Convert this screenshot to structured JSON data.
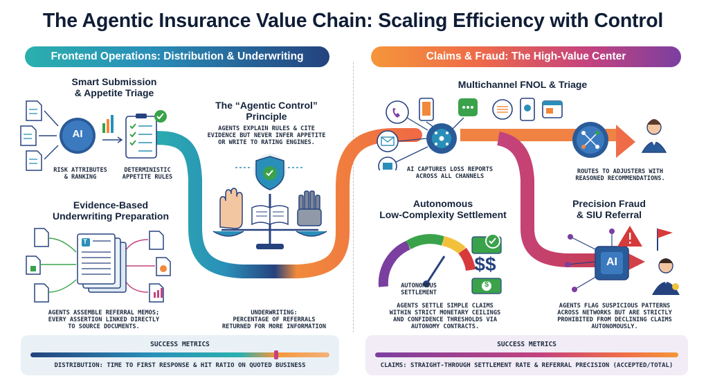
{
  "title": "The Agentic Insurance Value Chain: Scaling Efficiency with Control",
  "banners": {
    "left": "Frontend Operations: Distribution & Underwriting",
    "right": "Claims & Fraud: The High-Value Center"
  },
  "smart_submission": {
    "heading_line1": "Smart Submission",
    "heading_line2": "& Appetite Triage",
    "ai_badge": "AI",
    "risk_caption_line1": "RISK ATTRIBUTES",
    "risk_caption_line2": "& RANKING",
    "rules_caption_line1": "DETERMINISTIC",
    "rules_caption_line2": "APPETITE RULES"
  },
  "agentic_control": {
    "heading_line1": "The “Agentic Control”",
    "heading_line2": "Principle",
    "caption_line1": "AGENTS EXPLAIN RULES & CITE",
    "caption_line2": "EVIDENCE BUT NEVER INFER APPETITE",
    "caption_line3": "OR WRITE TO RATING ENGINES."
  },
  "evidence_underwriting": {
    "heading_line1": "Evidence-Based",
    "heading_line2": "Underwriting Preparation",
    "caption_line1": "AGENTS ASSEMBLE REFERRAL MEMOS;",
    "caption_line2": "EVERY ASSERTION LINKED DIRECTLY",
    "caption_line3": "TO SOURCE DOCUMENTS.",
    "doc_badge": "T"
  },
  "underwriting_metric": {
    "line1": "UNDERWRITING:",
    "line2": "PERCENTAGE OF REFERRALS",
    "line3": "RETURNED FOR MORE INFORMATION"
  },
  "fnol": {
    "heading": "Multichannel FNOL & Triage",
    "capture_caption_line1": "AI CAPTURES LOSS REPORTS",
    "capture_caption_line2": "ACROSS ALL CHANNELS",
    "routes_caption_line1": "ROUTES TO ADJUSTERS WITH",
    "routes_caption_line2": "REASONED RECOMMENDATIONS."
  },
  "settlement": {
    "heading_line1": "Autonomous",
    "heading_line2": "Low-Complexity Settlement",
    "gauge_label_line1": "AUTONOMOUS",
    "gauge_label_line2": "SETTLEMENT",
    "money_symbol": "$$",
    "bill_symbol": "$",
    "caption_line1": "AGENTS SETTLE SIMPLE CLAIMS",
    "caption_line2": "WITHIN STRICT MONETARY CEILINGS",
    "caption_line3": "AND CONFIDENCE THRESHOLDS VIA",
    "caption_line4": "AUTONOMY CONTRACTS."
  },
  "fraud": {
    "heading_line1": "Precision Fraud",
    "heading_line2": "& SIU Referral",
    "ai_badge": "AI",
    "caption_line1": "AGENTS FLAG SUSPICIOUS PATTERNS",
    "caption_line2": "ACROSS NETWORKS BUT ARE STRICTLY",
    "caption_line3": "PROHIBITED FROM DECLINING CLAIMS",
    "caption_line4": "AUTONOMOUSLY."
  },
  "metrics": {
    "left": {
      "title": "SUCCESS METRICS",
      "label": "DISTRIBUTION: TIME TO FIRST RESPONSE & HIT RATIO ON QUOTED BUSINESS"
    },
    "right": {
      "title": "SUCCESS METRICS",
      "label": "CLAIMS: STRAIGHT-THROUGH SETTLEMENT RATE & REFERRAL PRECISION (ACCEPTED/TOTAL)"
    }
  },
  "colors": {
    "teal": "#2ab0ae",
    "navy": "#24427e",
    "orange": "#f2883c",
    "purple": "#7b3fa0",
    "magenta": "#c4437e",
    "green": "#3aa24a",
    "red": "#d63a3a"
  },
  "icons": [
    "document-icon",
    "brain-ai-icon",
    "bar-chart-icon",
    "checklist-icon",
    "checkmark-icon",
    "shield-badge-icon",
    "raised-hand-icon",
    "open-book-icon",
    "robot-hand-icon",
    "balance-scale-icon",
    "phone-icon",
    "mobile-icon",
    "chat-icon",
    "email-icon",
    "web-icon",
    "hub-icon",
    "network-node-icon",
    "adjuster-person-icon",
    "gauge-icon",
    "money-icon",
    "warning-icon",
    "flag-icon",
    "investigator-icon",
    "ai-chip-icon"
  ]
}
